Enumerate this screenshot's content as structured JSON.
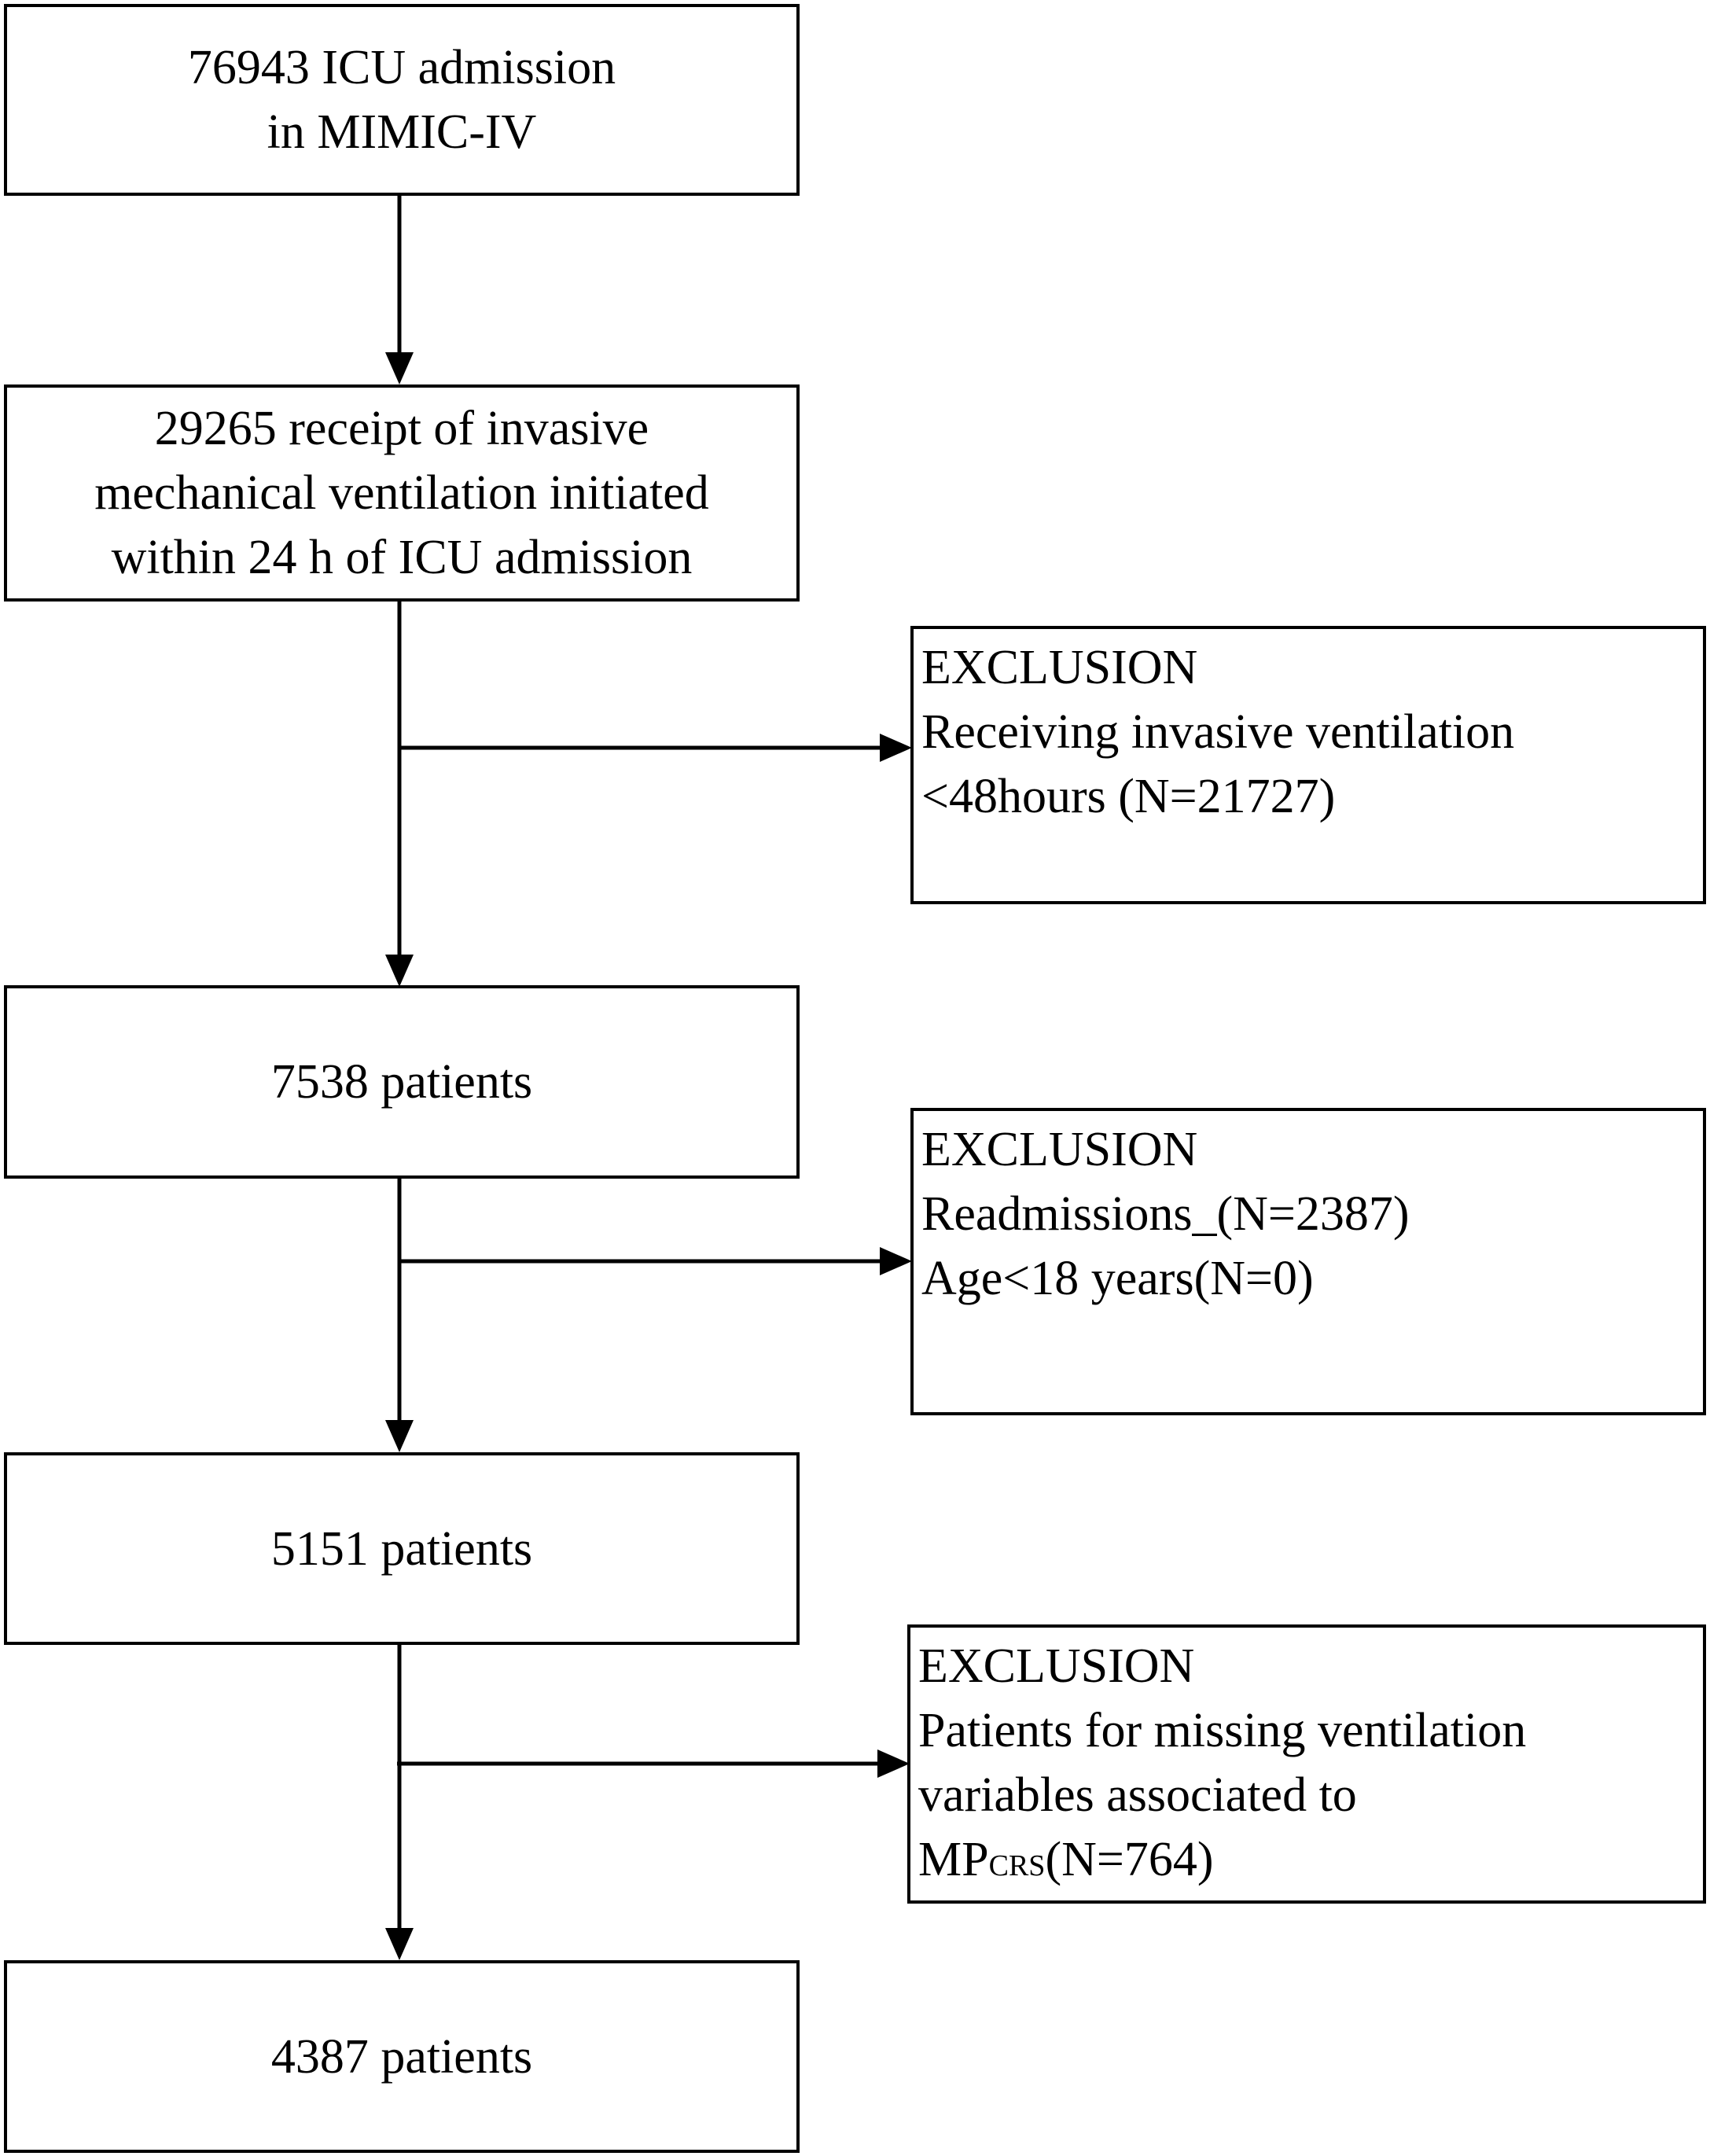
{
  "flowchart": {
    "main_boxes": [
      {
        "lines": [
          "76943 ICU admission",
          "in MIMIC-IV"
        ]
      },
      {
        "lines": [
          "29265 receipt of invasive",
          "mechanical ventilation initiated",
          "within 24 h of ICU admission"
        ]
      },
      {
        "lines": [
          "7538 patients"
        ]
      },
      {
        "lines": [
          "5151 patients"
        ]
      },
      {
        "lines": [
          "4387 patients"
        ]
      }
    ],
    "exclusion_boxes": [
      {
        "heading": "EXCLUSION",
        "lines": [
          "Receiving invasive ventilation",
          "<48hours (N=21727)"
        ]
      },
      {
        "heading": "EXCLUSION",
        "lines": [
          "Readmissions_(N=2387)",
          "Age<18 years(N=0)"
        ]
      },
      {
        "heading": "EXCLUSION",
        "lines": [
          "Patients for missing ventilation",
          "variables associated to"
        ],
        "last_line": {
          "main": "MP",
          "subscript": "CRS",
          "rest": "(N=764)"
        }
      }
    ]
  },
  "colors": {
    "line": "#000000",
    "background": "#ffffff",
    "text": "#000000"
  }
}
